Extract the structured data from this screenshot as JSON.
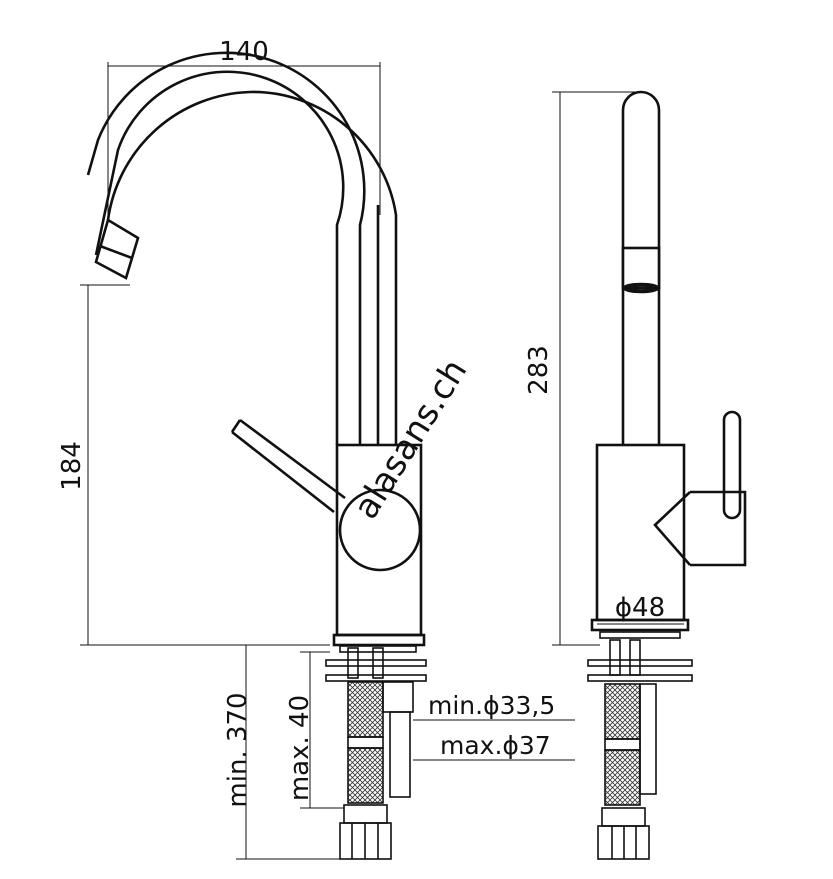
{
  "dimensions": {
    "width_140": "140",
    "height_184": "184",
    "height_283": "283",
    "diameter_48": "ϕ48",
    "min_370": "min. 370",
    "max_40": "max. 40",
    "min_hole": "min.ϕ33,5",
    "max_hole": "max.ϕ37"
  },
  "watermark": "alasans.ch",
  "colors": {
    "line": "#111111",
    "hatch": "#333333",
    "watermark": "#dcdcdc"
  }
}
